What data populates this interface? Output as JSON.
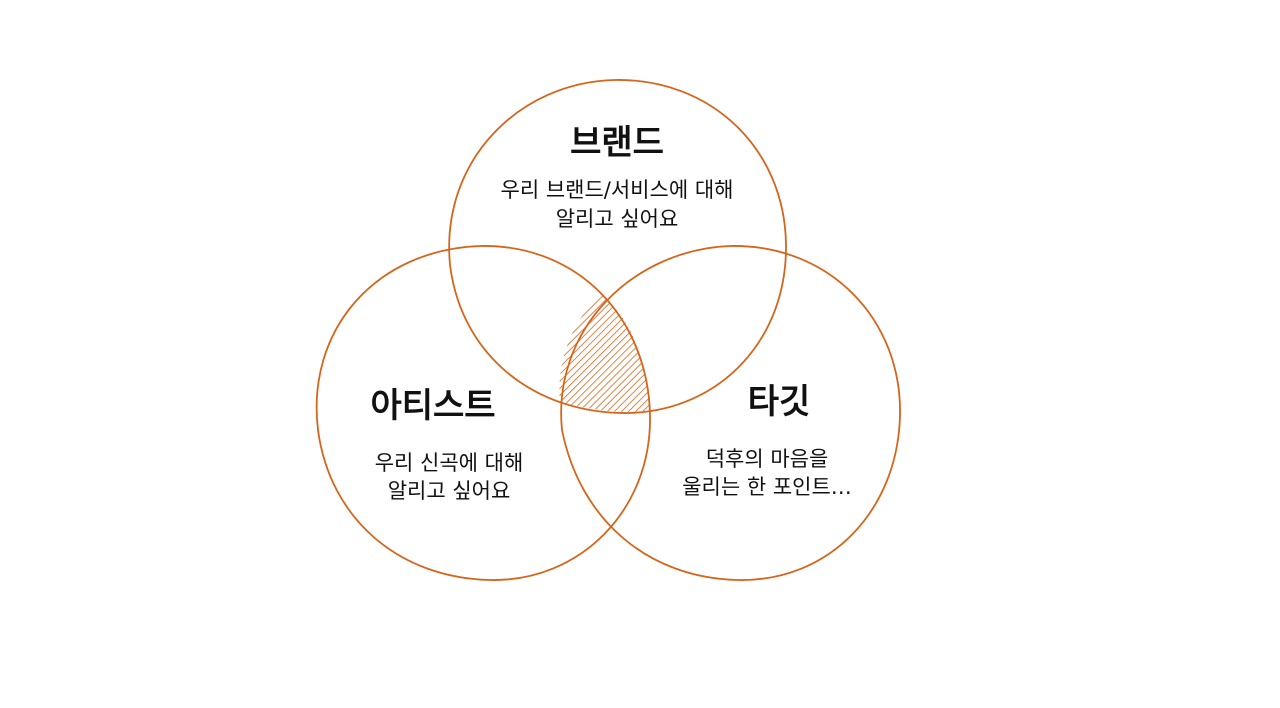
{
  "colors": {
    "stroke": "#d4661c",
    "hatch": "#d4661c",
    "background": "#ffffff"
  },
  "sets": {
    "brand": {
      "title": "브랜드",
      "desc_line1": "우리 브랜드/서비스에 대해",
      "desc_line2": "알리고 싶어요"
    },
    "artist": {
      "title": "아티스트",
      "desc_line1": "우리 신곡에 대해",
      "desc_line2": "알리고 싶어요"
    },
    "target": {
      "title": "타깃",
      "desc_line1": "덕후의 마음을",
      "desc_line2": "울리는 한 포인트…"
    }
  }
}
